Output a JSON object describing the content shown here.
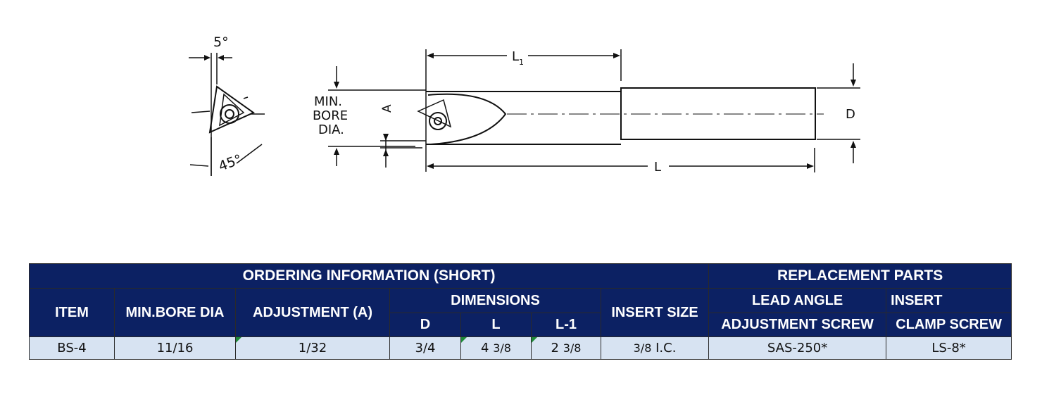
{
  "drawing": {
    "angle_top": "5°",
    "angle_bottom": "45°",
    "min_bore_label": [
      "MIN.",
      "BORE",
      "DIA."
    ],
    "label_a": "A",
    "label_l1": "L",
    "label_l1_sub": "1",
    "label_l": "L",
    "label_d": "D"
  },
  "table": {
    "title_ordering": "ORDERING INFORMATION (SHORT)",
    "title_replacement": "REPLACEMENT PARTS",
    "col_item": "ITEM",
    "col_min_bore": "MIN.BORE DIA",
    "col_adjustment": "ADJUSTMENT (A)",
    "col_dimensions": "DIMENSIONS",
    "col_d": "D",
    "col_l": "L",
    "col_l1": "L-1",
    "col_insert_size": "INSERT SIZE",
    "col_lead_angle": "LEAD ANGLE",
    "col_adjustment_screw": "ADJUSTMENT SCREW",
    "col_insert": "INSERT",
    "col_clamp_screw": "CLAMP SCREW",
    "row": {
      "item": "BS-4",
      "min_bore": "11/16",
      "adjustment": "1/32",
      "d": "3/4",
      "l_whole": "4",
      "l_frac": "3/8",
      "l1_whole": "2",
      "l1_frac": "3/8",
      "insert_size_frac": "3/8",
      "insert_size_unit": "I.C.",
      "adjustment_screw": "SAS-250*",
      "clamp_screw": "LS-8*"
    }
  }
}
